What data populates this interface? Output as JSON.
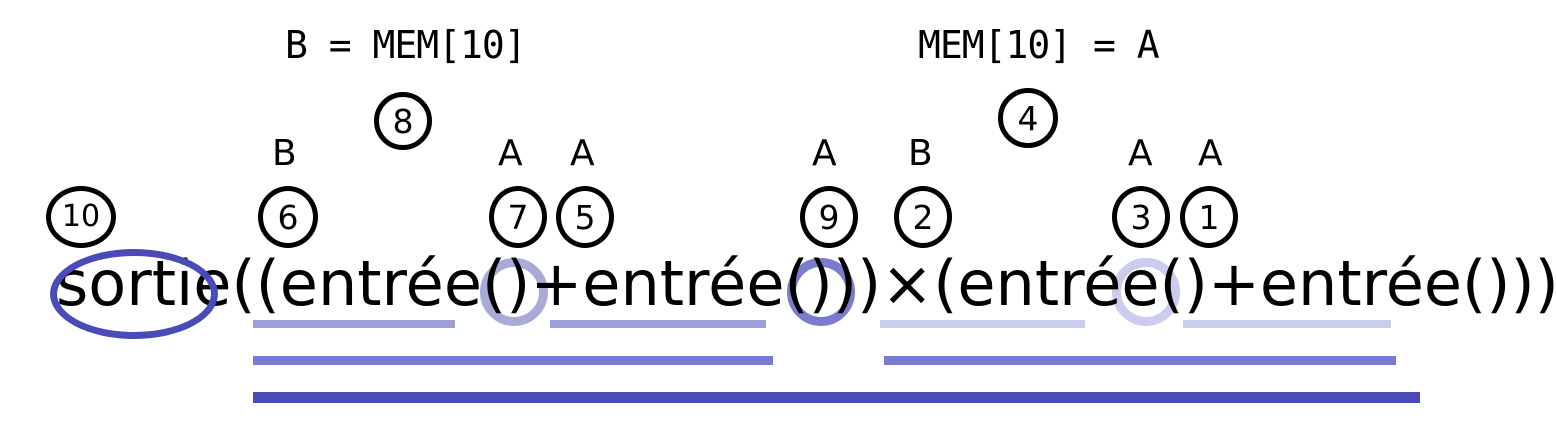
{
  "figure": {
    "kind": "expression-evaluation-order-diagram",
    "language": "fr",
    "background_color": "#ffffff"
  },
  "expression": {
    "text": "sortie((entrée()+entrée())×(entrée()+entrée()))",
    "segments": [
      {
        "id": "sortie",
        "text": "sortie"
      },
      {
        "id": "open1",
        "text": "(("
      },
      {
        "id": "in1",
        "text": "entrée()"
      },
      {
        "id": "plus1",
        "text": "+"
      },
      {
        "id": "in2",
        "text": "entrée()"
      },
      {
        "id": "close1",
        "text": "))"
      },
      {
        "id": "times",
        "text": "×"
      },
      {
        "id": "open2",
        "text": "("
      },
      {
        "id": "in3",
        "text": "entrée()"
      },
      {
        "id": "plus2",
        "text": "+"
      },
      {
        "id": "in4",
        "text": "entrée()"
      },
      {
        "id": "close2",
        "text": ")))"
      }
    ]
  },
  "steps": [
    {
      "order": "10",
      "register": "",
      "note": ""
    },
    {
      "order": "6",
      "register": "B",
      "note": ""
    },
    {
      "order": "8",
      "register": "",
      "note": "B = MEM[10]"
    },
    {
      "order": "7",
      "register": "A",
      "note": ""
    },
    {
      "order": "5",
      "register": "A",
      "note": ""
    },
    {
      "order": "9",
      "register": "A",
      "note": ""
    },
    {
      "order": "2",
      "register": "B",
      "note": ""
    },
    {
      "order": "4",
      "register": "",
      "note": "MEM[10] = A"
    },
    {
      "order": "3",
      "register": "A",
      "note": ""
    },
    {
      "order": "1",
      "register": "A",
      "note": ""
    }
  ],
  "notes": {
    "load": "B = MEM[10]",
    "store": "MEM[10] = A"
  },
  "registers": {
    "left_b": "B",
    "left_a1": "A",
    "left_a2": "A",
    "right_a1": "A",
    "right_b": "B",
    "right_a2": "A",
    "right_a3": "A"
  },
  "operators": {
    "plus_left": "+",
    "times": "×",
    "plus_right": "+"
  },
  "colors": {
    "level1_left": "#9f9fd8",
    "level1_right": "#ccccee",
    "level2": "#7b7bd0",
    "level3": "#4a4ab8",
    "ring_plus_left": "#aaaad8",
    "ring_times": "#7b7bd0",
    "ring_plus_right": "#ccccee",
    "sortie_ellipse": "#4a4ab8",
    "step_circle": "#000000",
    "text": "#000000"
  },
  "scope_bars": {
    "level1": [
      {
        "id": "in1-bar",
        "color_key": "level1_left"
      },
      {
        "id": "in2-bar",
        "color_key": "level1_left"
      },
      {
        "id": "in3-bar",
        "color_key": "level1_right"
      },
      {
        "id": "in4-bar",
        "color_key": "level1_right"
      }
    ],
    "level2": [
      {
        "id": "sum-left-bar",
        "color_key": "level2"
      },
      {
        "id": "sum-right-bar",
        "color_key": "level2"
      }
    ],
    "level3": [
      {
        "id": "product-bar",
        "color_key": "level3"
      }
    ]
  }
}
